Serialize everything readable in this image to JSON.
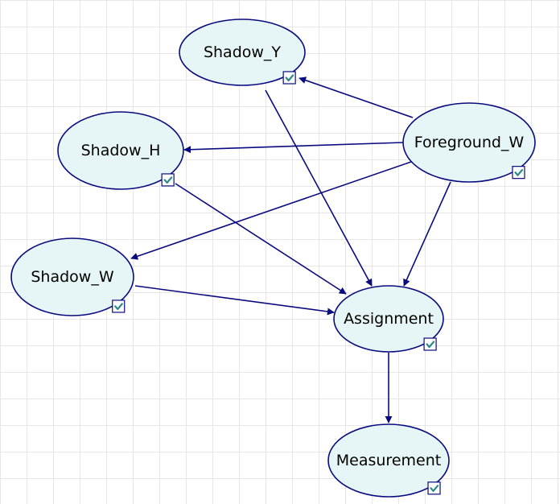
{
  "colors": {
    "node_fill": "#e6f6f6",
    "node_stroke": "#0a0a80",
    "edge": "#0a0a80",
    "check": "#2a8a8a",
    "grid": "#e6e6e6"
  },
  "icons": {
    "status": "checkbox-checked-icon"
  },
  "nodes": [
    {
      "id": "Shadow_Y",
      "label": "Shadow_Y",
      "checked": true
    },
    {
      "id": "Shadow_H",
      "label": "Shadow_H",
      "checked": true
    },
    {
      "id": "Foreground_W",
      "label": "Foreground_W",
      "checked": true
    },
    {
      "id": "Shadow_W",
      "label": "Shadow_W",
      "checked": true
    },
    {
      "id": "Assignment",
      "label": "Assignment",
      "checked": true
    },
    {
      "id": "Measurement",
      "label": "Measurement",
      "checked": true
    }
  ],
  "edges": [
    {
      "from": "Foreground_W",
      "to": "Shadow_Y"
    },
    {
      "from": "Foreground_W",
      "to": "Shadow_H"
    },
    {
      "from": "Foreground_W",
      "to": "Shadow_W"
    },
    {
      "from": "Foreground_W",
      "to": "Assignment"
    },
    {
      "from": "Shadow_Y",
      "to": "Assignment"
    },
    {
      "from": "Shadow_H",
      "to": "Assignment"
    },
    {
      "from": "Shadow_W",
      "to": "Assignment"
    },
    {
      "from": "Assignment",
      "to": "Measurement"
    }
  ]
}
